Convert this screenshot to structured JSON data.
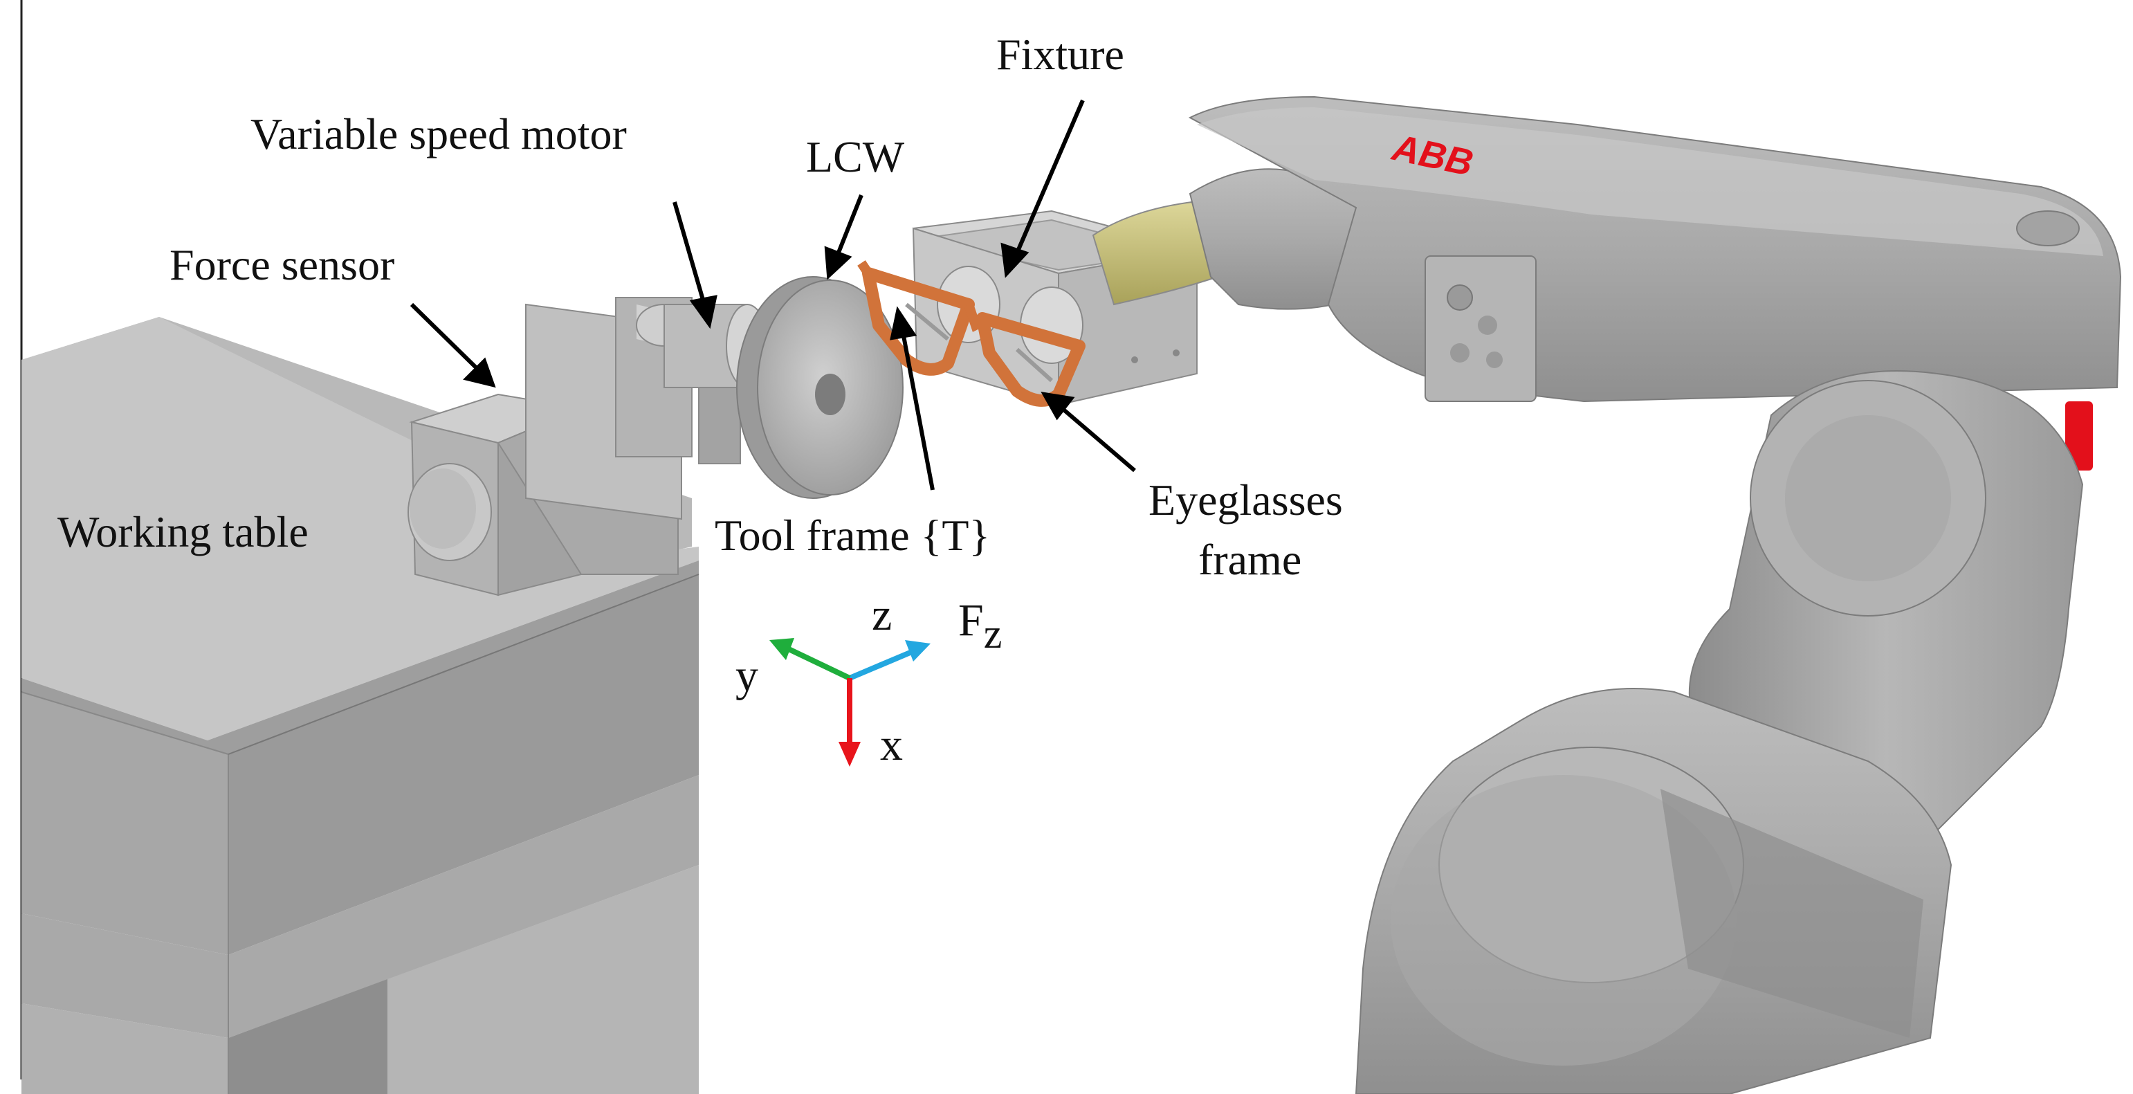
{
  "labels": {
    "fixture": "Fixture",
    "variable_speed_motor": "Variable speed motor",
    "lcw": "LCW",
    "force_sensor": "Force sensor",
    "working_table": "Working table",
    "tool_frame": "Tool frame {T}",
    "eyeglasses_frame_line1": "Eyeglasses",
    "eyeglasses_frame_line2": "frame"
  },
  "axes": {
    "z": "z",
    "y": "y",
    "x": "x",
    "force": "F",
    "force_sub": "z"
  },
  "robot_logo": "ABB",
  "colors": {
    "x_axis": "#e8141b",
    "y_axis": "#1fae3c",
    "z_axis": "#23a7e0",
    "eyeglasses": "#d1733a",
    "grinding_belt_sleeve": "#c9c27a",
    "logo_red": "#e3101b"
  }
}
